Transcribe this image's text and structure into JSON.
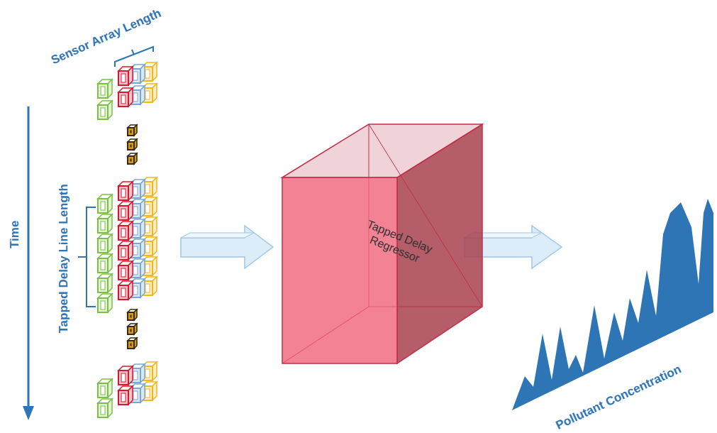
{
  "diagram": {
    "nodes": [
      {
        "text": [
          "Tapped Delay Regressor"
        ]
      }
    ],
    "labels": [
      "Sensor Array Length",
      "Time",
      "Tapped Delay Line Length",
      "Pollutant Concentration"
    ]
  }
}
